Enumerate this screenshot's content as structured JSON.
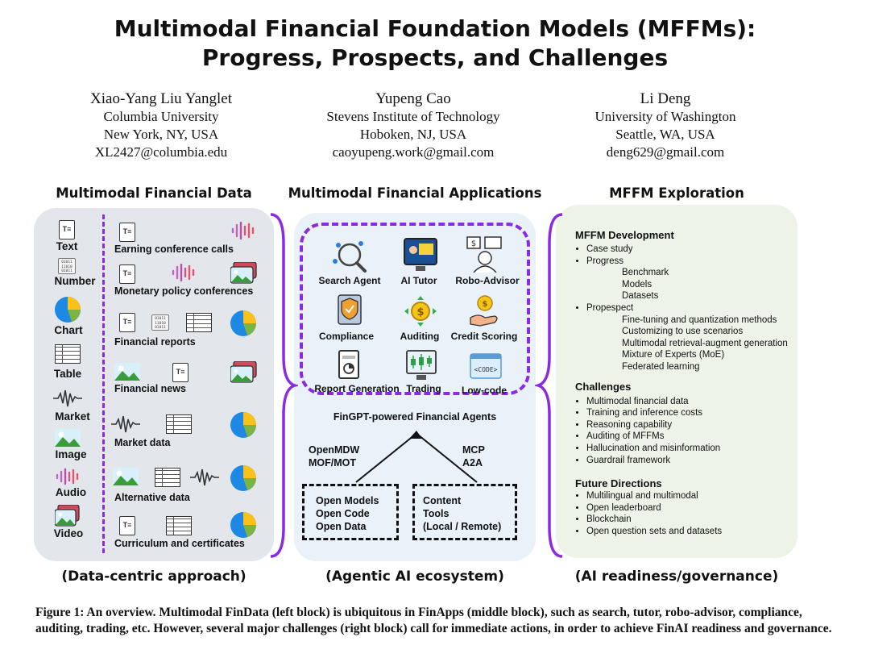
{
  "title": {
    "line1": "Multimodal Financial Foundation Models (MFFMs):",
    "line2": "Progress, Prospects, and Challenges"
  },
  "authors": [
    {
      "name": "Xiao-Yang Liu Yanglet",
      "affiliation": "Columbia University",
      "location": "New York, NY, USA",
      "email": "XL2427@columbia.edu"
    },
    {
      "name": "Yupeng Cao",
      "affiliation": "Stevens Institute of Technology",
      "location": "Hoboken, NJ, USA",
      "email": "caoyupeng.work@gmail.com"
    },
    {
      "name": "Li Deng",
      "affiliation": "University of Washington",
      "location": "Seattle, WA, USA",
      "email": "deng629@gmail.com"
    }
  ],
  "sections": {
    "left_title": "Multimodal Financial Data",
    "mid_title": "Multimodal Financial Applications",
    "right_title": "MFFM Exploration",
    "left_footer": "(Data-centric approach)",
    "mid_footer": "(Agentic AI ecosystem)",
    "right_footer": "(AI readiness/governance)"
  },
  "left": {
    "types": [
      "Text",
      "Number",
      "Chart",
      "Table",
      "Market",
      "Image",
      "Audio",
      "Video"
    ],
    "rows": [
      "Earning conference calls",
      "Monetary policy conferences",
      "Financial reports",
      "Financial news",
      "Market data",
      "Alternative data",
      "Curriculum and certificates"
    ],
    "text_icon": "T≡",
    "number_icon": "01011\n11010\n01011"
  },
  "middle": {
    "apps": [
      {
        "label": "Search Agent",
        "icon": "search-agent-icon"
      },
      {
        "label": "AI Tutor",
        "icon": "ai-tutor-icon"
      },
      {
        "label": "Robo-Advisor",
        "icon": "robo-advisor-icon"
      },
      {
        "label": "Compliance",
        "icon": "compliance-icon"
      },
      {
        "label": "Auditing",
        "icon": "auditing-icon"
      },
      {
        "label": "Credit Scoring",
        "icon": "credit-scoring-icon"
      },
      {
        "label": "Report Generation",
        "icon": "report-generation-icon"
      },
      {
        "label": "Trading",
        "icon": "trading-icon"
      },
      {
        "label": "Low-code",
        "icon": "low-code-icon"
      }
    ],
    "code_tag": "<CODE>",
    "agents_label": "FinGPT-powered Financial Agents",
    "left_arrow_label": [
      "OpenMDW",
      "MOF/MOT"
    ],
    "right_arrow_label": [
      "MCP",
      "A2A"
    ],
    "left_box": [
      "Open Models",
      "Open Code",
      "Open Data"
    ],
    "right_box": [
      "Content",
      "Tools",
      "(Local / Remote)"
    ]
  },
  "right": {
    "development_title": "MFFM Development",
    "development": [
      {
        "item": "Case study",
        "sub": []
      },
      {
        "item": "Progress",
        "sub": [
          "Benchmark",
          "Models",
          "Datasets"
        ]
      },
      {
        "item": "Propespect",
        "sub": [
          "Fine-tuning and quantization methods",
          "Customizing to use scenarios",
          "Multimodal retrieval-augment generation",
          "Mixture of Experts (MoE)",
          "Federated learning"
        ]
      }
    ],
    "challenges_title": "Challenges",
    "challenges": [
      "Multimodal financial data",
      "Training and inference costs",
      "Reasoning capability",
      "Auditing of MFFMs",
      "Hallucination and misinformation",
      "Guardrail framework"
    ],
    "future_title": "Future Directions",
    "future": [
      "Multilingual and multimodal",
      "Open leaderboard",
      "Blockchain",
      "Open question sets and datasets"
    ]
  },
  "caption": "Figure 1: An overview. Multimodal FinData (left block) is ubiquitous in FinApps (middle block), such as search, tutor, robo-advisor, compliance, auditing, trading, etc. However, several major challenges (right block) call for immediate actions, in order to achieve FinAI readiness and governance.",
  "colors": {
    "accent_purple": "#8a2be2",
    "left_panel": "#e3e6ea",
    "mid_panel": "#e9f1f9",
    "right_panel": "#eef3e8",
    "pie_blue": "#1e88e5",
    "pie_yellow": "#f9c11a",
    "pie_green": "#7cb342"
  }
}
